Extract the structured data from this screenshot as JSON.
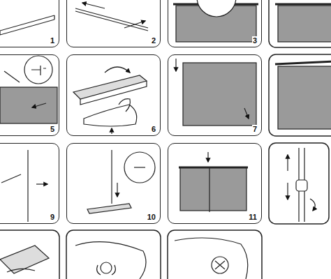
{
  "diagram": {
    "nodes": [
      {
        "text": [
          "1"
        ]
      },
      {
        "text": [
          "2"
        ]
      },
      {
        "text": [
          "3"
        ]
      },
      {
        "text": [
          "5"
        ]
      },
      {
        "text": [
          "6"
        ]
      },
      {
        "text": [
          "7"
        ]
      },
      {
        "text": [
          "9"
        ]
      },
      {
        "text": [
          "10"
        ]
      },
      {
        "text": [
          "11"
        ]
      }
    ]
  }
}
